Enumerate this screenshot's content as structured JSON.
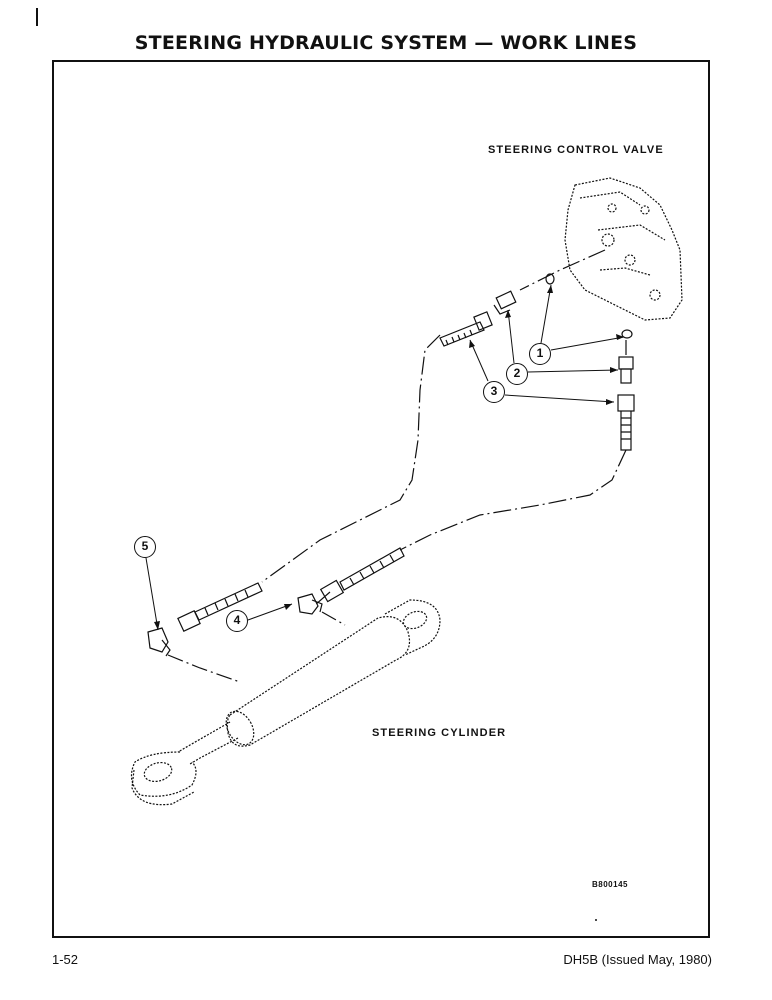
{
  "header": {
    "title": "STEERING HYDRAULIC SYSTEM — WORK LINES"
  },
  "diagram": {
    "valve_label": "STEERING CONTROL VALVE",
    "cylinder_label": "STEERING CYLINDER",
    "drawing_code": "B800145",
    "callouts": [
      "1",
      "2",
      "3",
      "4",
      "5"
    ]
  },
  "footer": {
    "page_number": "1-52",
    "issue": "DH5B (Issued May, 1980)"
  }
}
